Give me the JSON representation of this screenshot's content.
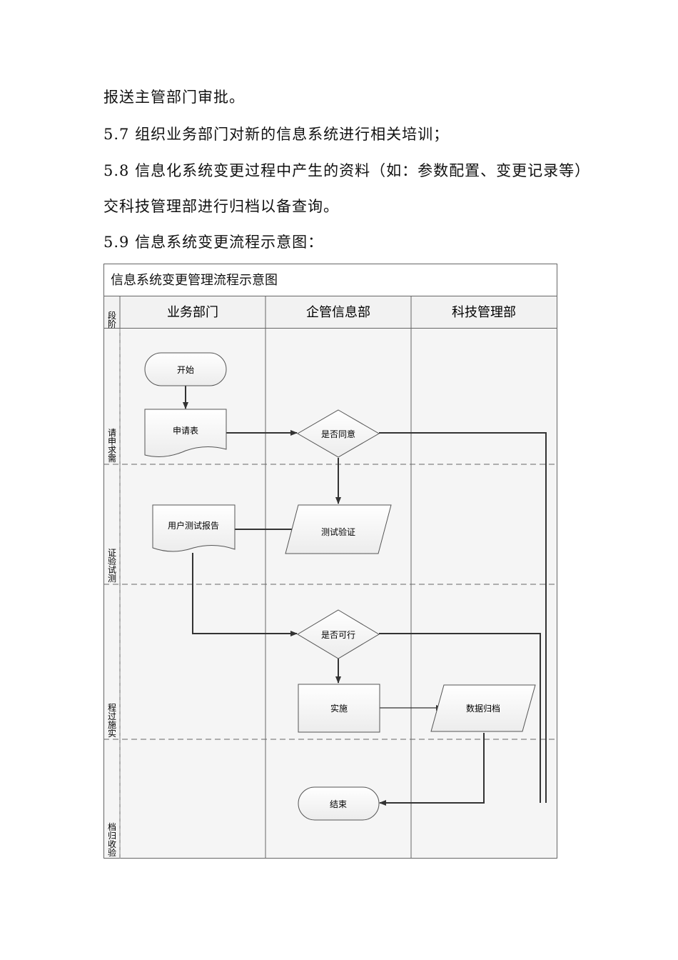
{
  "paragraphs": [
    "报送主管部门审批。",
    "5.7 组织业务部门对新的信息系统进行相关培训；",
    "5.8 信息化系统变更过程中产生的资料（如：参数配置、变更记录等）",
    "交科技管理部进行归档以备查询。",
    "5.9 信息系统变更流程示意图："
  ],
  "diagram": {
    "title": "信息系统变更管理流程示意图",
    "stage_header": "段\n阶",
    "columns": [
      "业务部门",
      "企管信息部",
      "科技管理部"
    ],
    "stages": [
      "请\n申\n求\n需",
      "证\n验\n试\n测",
      "程\n过\n施\n实",
      "档\n归\n收\n验"
    ],
    "nodes": {
      "start": "开始",
      "application_form": "申请表",
      "approve_decision": "是否同意",
      "test_verify": "测试验证",
      "user_test_report": "用户测试报告",
      "feasible_decision": "是否可行",
      "implement": "实施",
      "data_archive": "数据归档",
      "end": "结束"
    }
  }
}
